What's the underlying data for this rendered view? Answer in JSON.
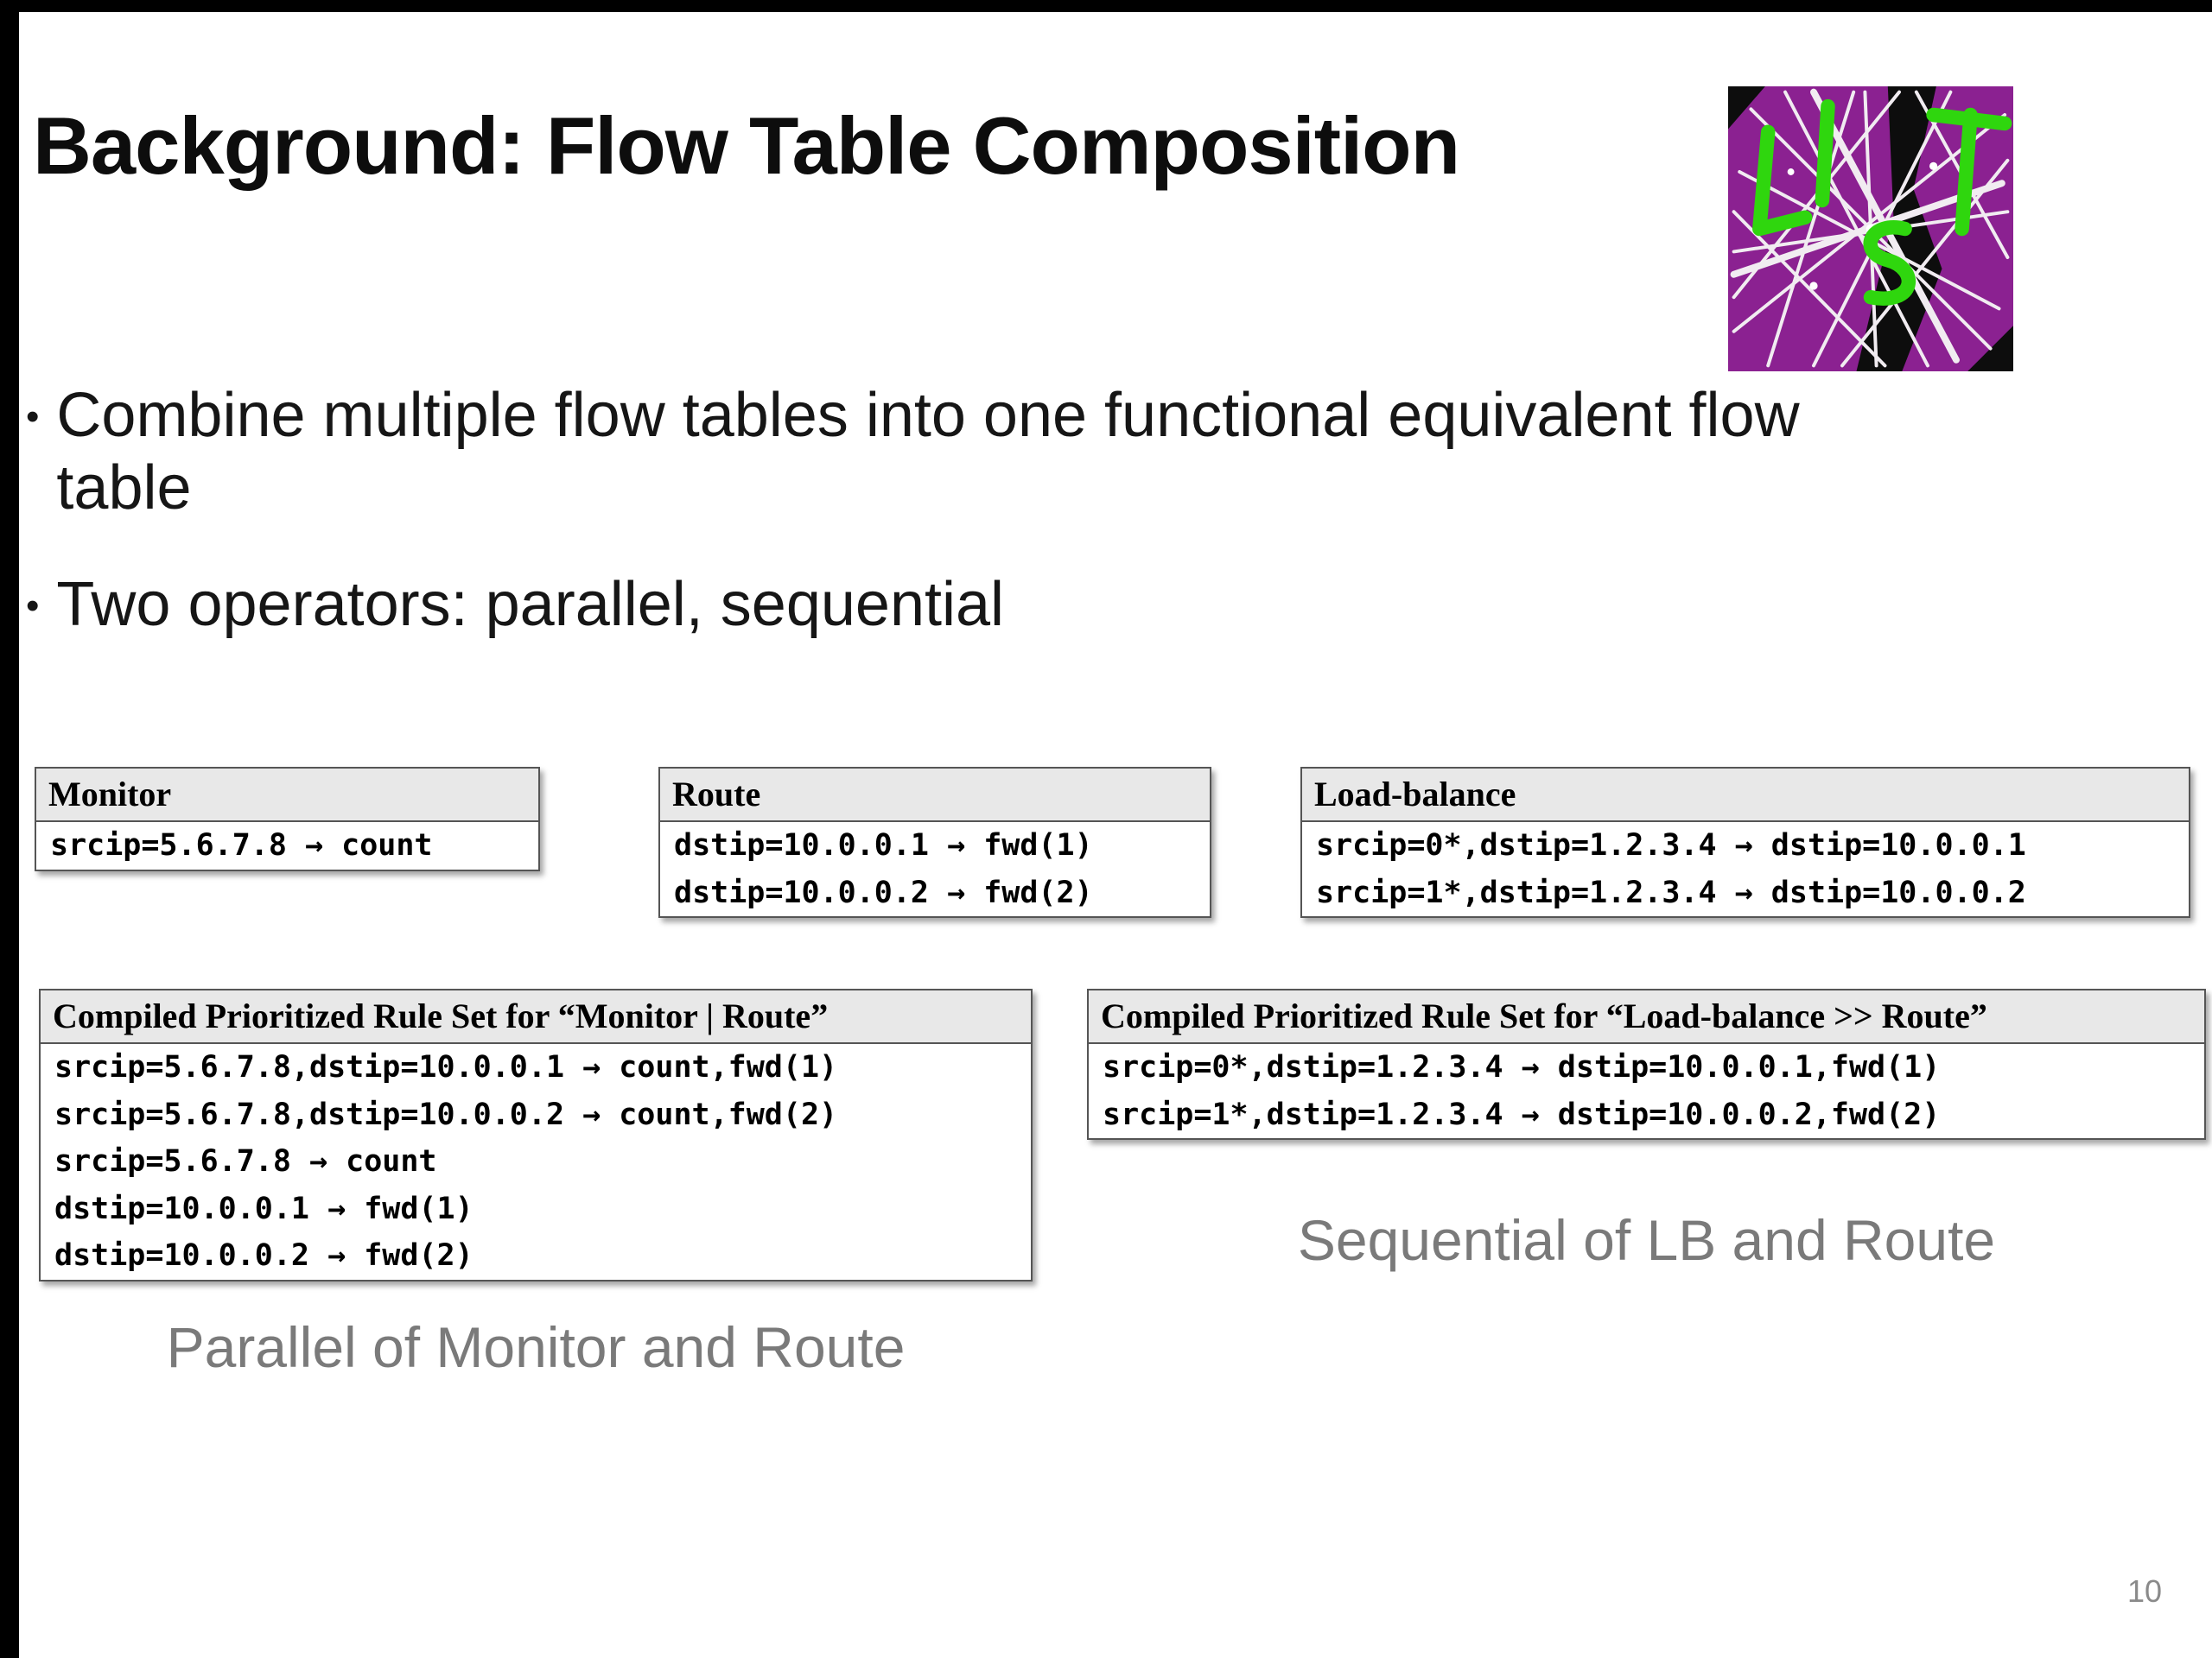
{
  "colors": {
    "table_header_bg": "#e8e8e8",
    "table_border": "#555555",
    "caption_gray": "#7a7a7a",
    "logo_purple": "#8b2191",
    "logo_green": "#2fd60e"
  },
  "slide": {
    "title": "Background: Flow Table Composition",
    "bullet_marker": "•",
    "bullets": [
      "Combine multiple flow tables into one functional equivalent flow table",
      "Two operators: parallel, sequential"
    ],
    "page_number": "10",
    "logo_icon": "list-network-logo"
  },
  "tables": {
    "monitor": {
      "header": "Monitor",
      "rules": [
        "srcip=5.6.7.8 → count"
      ]
    },
    "route": {
      "header": "Route",
      "rules": [
        "dstip=10.0.0.1 → fwd(1)",
        "dstip=10.0.0.2 → fwd(2)"
      ]
    },
    "load_balance": {
      "header": "Load-balance",
      "rules": [
        "srcip=0*,dstip=1.2.3.4 → dstip=10.0.0.1",
        "srcip=1*,dstip=1.2.3.4 → dstip=10.0.0.2"
      ]
    },
    "parallel_compiled": {
      "header": "Compiled Prioritized Rule Set for “Monitor | Route”",
      "rules": [
        "srcip=5.6.7.8,dstip=10.0.0.1 → count,fwd(1)",
        "srcip=5.6.7.8,dstip=10.0.0.2 → count,fwd(2)",
        "srcip=5.6.7.8 → count",
        "dstip=10.0.0.1 → fwd(1)",
        "dstip=10.0.0.2 → fwd(2)"
      ],
      "caption": "Parallel of Monitor and Route"
    },
    "sequential_compiled": {
      "header": "Compiled Prioritized Rule Set for “Load-balance >> Route”",
      "rules": [
        "srcip=0*,dstip=1.2.3.4 → dstip=10.0.0.1,fwd(1)",
        "srcip=1*,dstip=1.2.3.4 → dstip=10.0.0.2,fwd(2)"
      ],
      "caption": "Sequential of LB and Route"
    }
  }
}
